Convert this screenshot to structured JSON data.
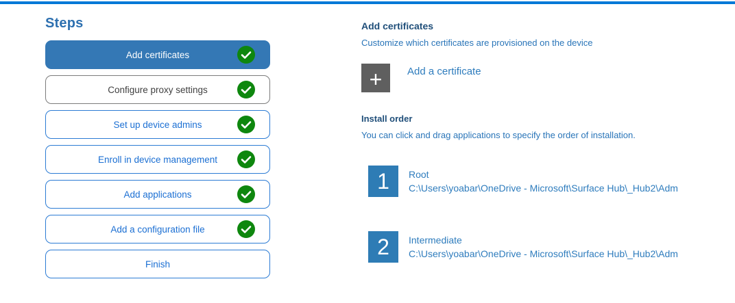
{
  "colors": {
    "accent_bar": "#0078d7",
    "active_step_bg": "#3478b5",
    "step_border_blue": "#2b7bd4",
    "visited_step_border": "#7b7b7b",
    "check_green": "#0e870e",
    "number_square_blue": "#2e7cb5",
    "plus_button_gray": "#5f5f5f",
    "heading_navy": "#1f4e79"
  },
  "steps_panel": {
    "title": "Steps",
    "items": [
      {
        "label": "Add certificates",
        "state": "active",
        "checked": true
      },
      {
        "label": "Configure proxy settings",
        "state": "visited",
        "checked": true
      },
      {
        "label": "Set up device admins",
        "state": "normal",
        "checked": true
      },
      {
        "label": "Enroll in device management",
        "state": "normal",
        "checked": true
      },
      {
        "label": "Add applications",
        "state": "normal",
        "checked": true
      },
      {
        "label": "Add a configuration file",
        "state": "normal",
        "checked": true
      },
      {
        "label": "Finish",
        "state": "normal",
        "checked": false
      }
    ]
  },
  "content": {
    "section_title": "Add certificates",
    "section_subtitle": "Customize which certificates are provisioned on the device",
    "add_certificate": {
      "plus_char": "+",
      "label": "Add a certificate"
    },
    "install_order": {
      "title": "Install order",
      "description": "You can click and drag applications to specify the order of installation.",
      "items": [
        {
          "number": "1",
          "name": "Root",
          "path": "C:\\Users\\yoabar\\OneDrive - Microsoft\\Surface Hub\\_Hub2\\Adm"
        },
        {
          "number": "2",
          "name": "Intermediate",
          "path": "C:\\Users\\yoabar\\OneDrive - Microsoft\\Surface Hub\\_Hub2\\Adm"
        }
      ]
    }
  }
}
